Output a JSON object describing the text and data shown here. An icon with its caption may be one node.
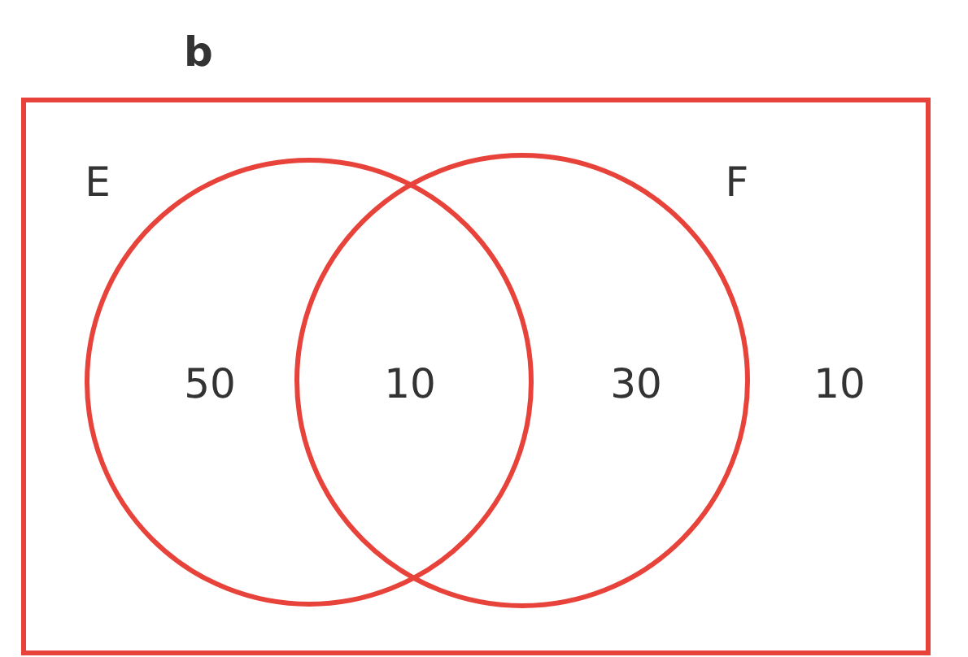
{
  "diagram": {
    "title": "b",
    "nodes": [
      {
        "text": [],
        "shape": "box"
      },
      {
        "text": [
          "E"
        ],
        "in": 0
      },
      {
        "text": [
          "F"
        ],
        "in": 0
      }
    ],
    "labels": [
      "50",
      "10",
      "30",
      "10"
    ]
  }
}
